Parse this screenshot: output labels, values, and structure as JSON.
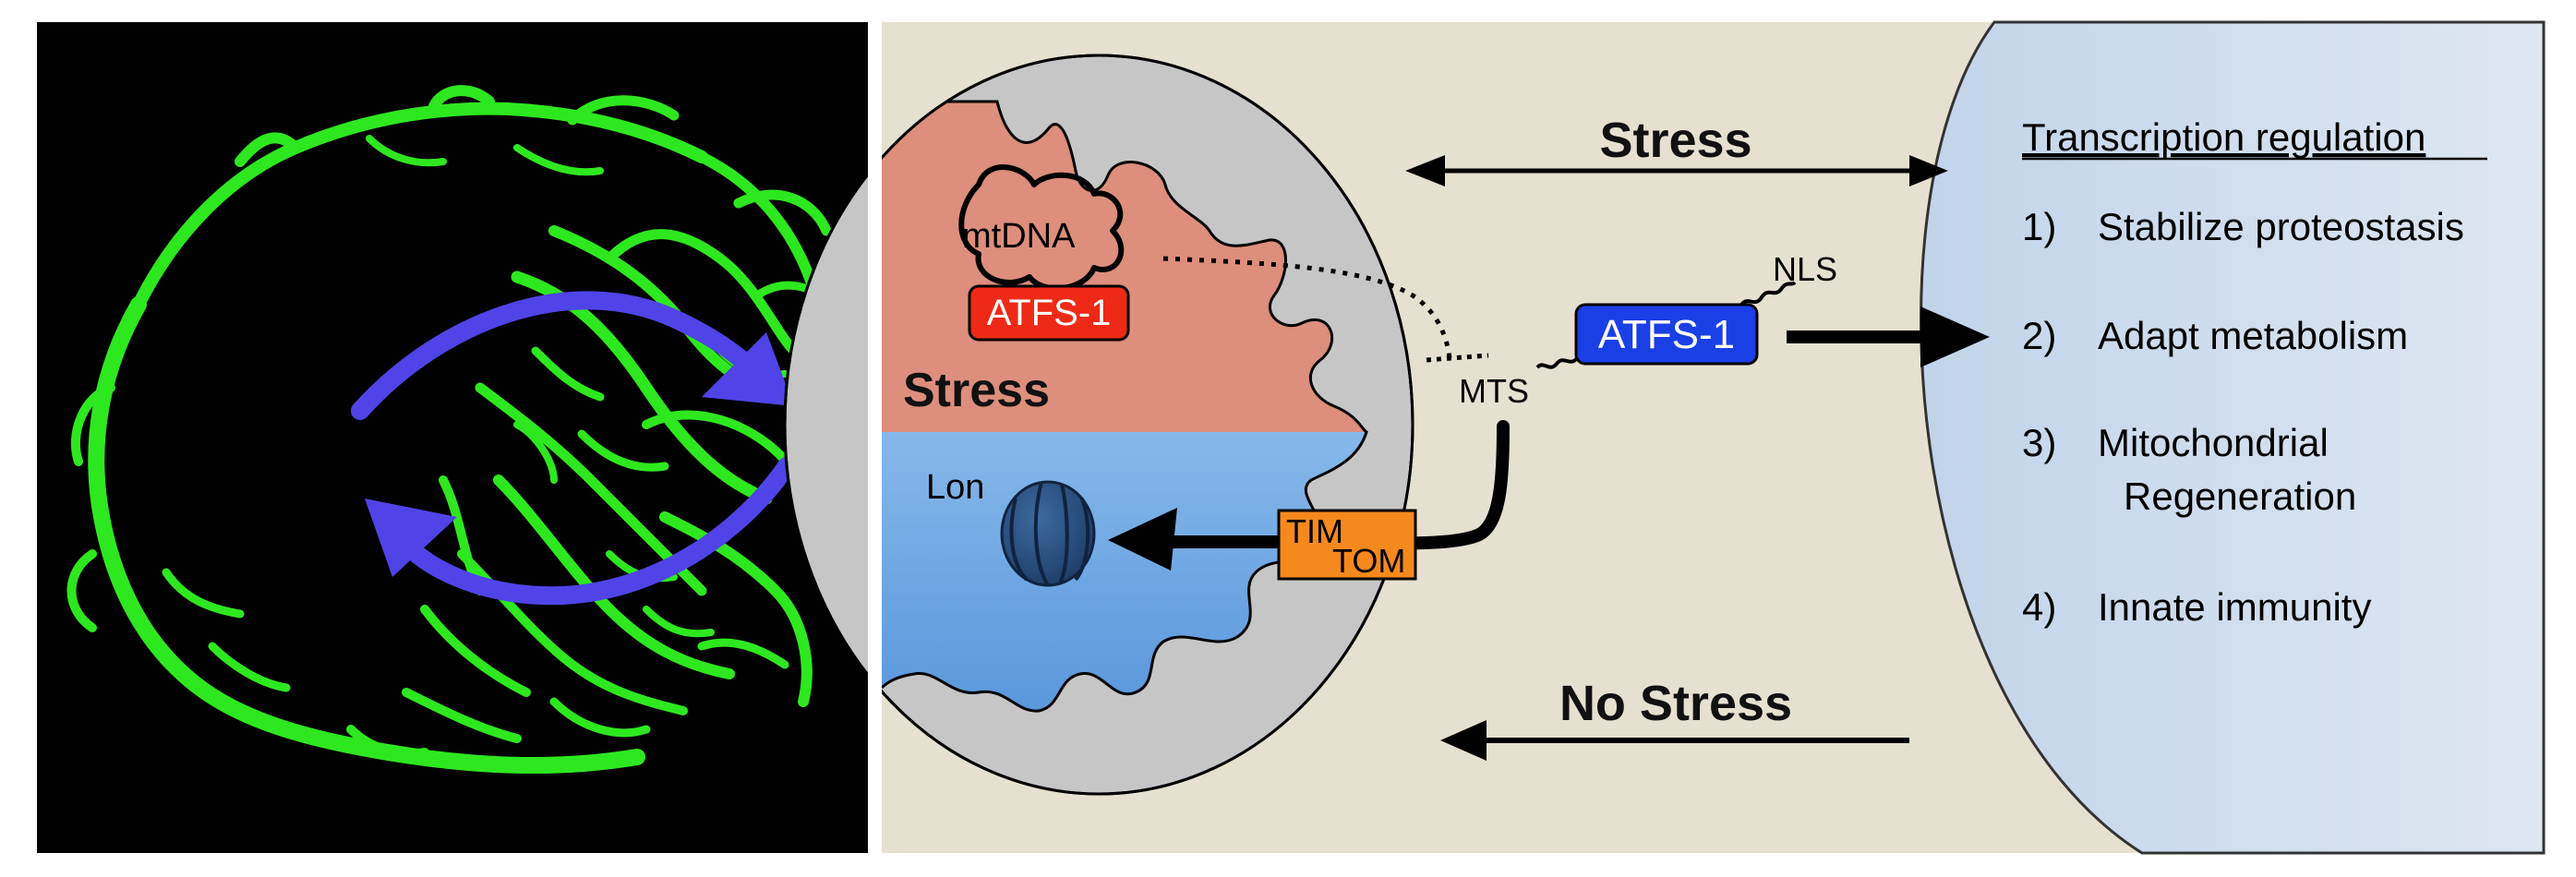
{
  "left_panel": {
    "arrow_color": "#5044e8",
    "mito_color": "#2ee81f"
  },
  "diagram": {
    "top_arrow_label": "Stress",
    "bottom_arrow_label": "No Stress",
    "mitochondrion": {
      "mtdna_label": "mtDNA",
      "matrix_atfs_label": "ATFS-1",
      "stress_label": "Stress",
      "lon_label": "Lon",
      "tim_label": "TIM",
      "tom_label": "TOM"
    },
    "cytosol": {
      "atfs_label": "ATFS-1",
      "mts_label": "MTS",
      "nls_label": "NLS"
    },
    "nucleus": {
      "heading": "Transcription regulation",
      "items": [
        {
          "num": "1)",
          "text": "Stabilize proteostasis"
        },
        {
          "num": "2)",
          "text": "Adapt metabolism"
        },
        {
          "num": "3)",
          "text": "Mitochondrial",
          "text2": "Regeneration"
        },
        {
          "num": "4)",
          "text": "Innate immunity"
        }
      ]
    },
    "colors": {
      "cytosol_bg": "#e6e0d0",
      "stressed_matrix": "#dd8e7c",
      "unstressed_matrix": "#7fb2e6",
      "nucleus": "#c8d8ea",
      "atfs_red": "#ee2a16",
      "atfs_blue": "#1a3fe6",
      "tim_tom": "#f5891d",
      "lon": "#294e7e"
    }
  }
}
